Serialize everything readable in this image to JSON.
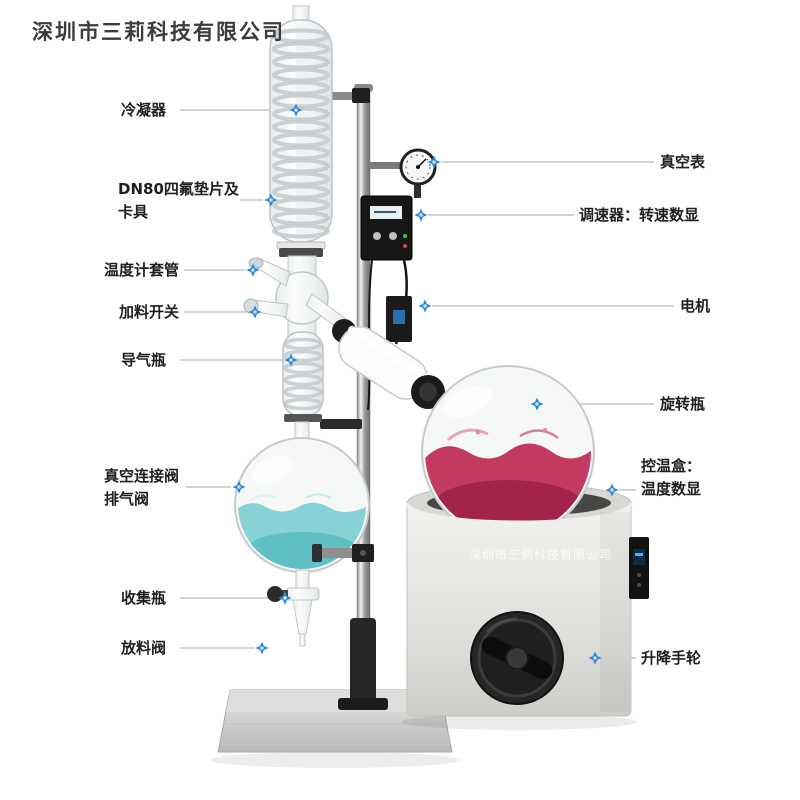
{
  "brand": {
    "name": "深圳市三莉科技有限公司"
  },
  "watermark": {
    "text": "深圳市三莉科技有限公司"
  },
  "labels": {
    "left": [
      {
        "id": "condenser",
        "text": "冷凝器"
      },
      {
        "id": "gasket-clamp",
        "text": "DN80四氟垫片及\n卡具"
      },
      {
        "id": "thermo-sleeve",
        "text": "温度计套管"
      },
      {
        "id": "feed-switch",
        "text": "加料开关"
      },
      {
        "id": "gas-guide-bottle",
        "text": "导气瓶"
      },
      {
        "id": "vacuum-valve",
        "text": "真空连接阀\n排气阀"
      },
      {
        "id": "collect-bottle",
        "text": "收集瓶"
      },
      {
        "id": "discharge-valve",
        "text": "放料阀"
      }
    ],
    "right": [
      {
        "id": "vacuum-gauge",
        "text": "真空表"
      },
      {
        "id": "speed-controller",
        "text": "调速器：转速数显"
      },
      {
        "id": "motor",
        "text": "电机"
      },
      {
        "id": "rotating-bottle",
        "text": "旋转瓶"
      },
      {
        "id": "temp-control-box",
        "text": "控温盒：\n温度数显"
      },
      {
        "id": "lift-handwheel",
        "text": "升降手轮"
      }
    ]
  },
  "colors": {
    "marker_blue": "#2e86d4",
    "liquid_pink": "#c23a60",
    "liquid_teal": "#86d2d5"
  }
}
